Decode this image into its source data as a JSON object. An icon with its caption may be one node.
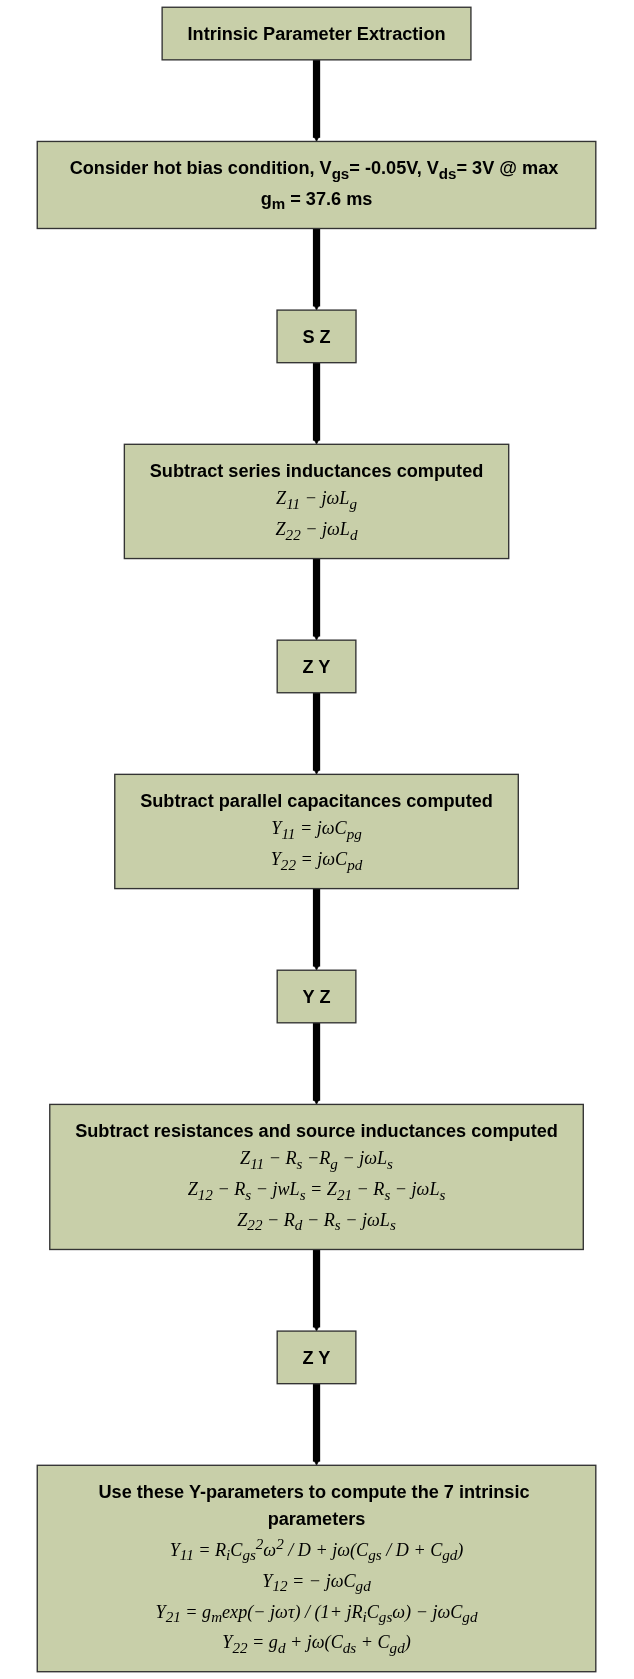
{
  "diagram": {
    "nodes": [
      {
        "text": [
          "Intrinsic Parameter Extraction"
        ]
      },
      {
        "text": [
          "Consider hot bias condition, V$_{gs}$= -0.05V, V$_{ds}$= 3V @ max g$_{m}$ = 37.6 ms"
        ]
      },
      {
        "text": [
          "S Z"
        ]
      },
      {
        "text": [
          "Subtract series inductances computed",
          "Z$_{11}$ − jωL$_{g}$",
          "Z$_{22}$ − jωL$_{d}$"
        ]
      },
      {
        "text": [
          "Z Y"
        ]
      },
      {
        "text": [
          "Subtract parallel capacitances computed",
          "Y$_{11}$ = jωC$_{pg}$",
          "Y$_{22}$ = jωC$_{pd}$"
        ]
      },
      {
        "text": [
          "Y Z"
        ]
      },
      {
        "text": [
          "Subtract resistances and source inductances computed",
          "Z$_{11}$ − R$_{s}$ −R$_{g}$ − jωL$_{s}$",
          "Z$_{12}$ − R$_{s}$ − jwL$_{s}$ = Z$_{21}$ − R$_{s}$ − jωL$_{s}$",
          "Z$_{22}$ − R$_{d}$ − R$_{s}$ − jωL$_{s}$"
        ]
      },
      {
        "text": [
          "Z Y"
        ]
      },
      {
        "text": [
          "Use these Y-parameters to compute the 7 intrinsic parameters",
          "Y$_{11}$ = R$_{i}$C$_{gs}$$^{2}$ω$^{2}$ / D + jω(C$_{gs}$ / D + C$_{gd}$)",
          "Y$_{12}$ = − jωC$_{gd}$",
          "Y$_{21}$ = g$_{m}$exp(− jωτ) / (1+ jR$_{i}$C$_{gs}$ω) − jωC$_{gd}$",
          "Y$_{22}$ = g$_{d}$ + jω(C$_{ds}$ + C$_{gd}$)"
        ]
      }
    ],
    "edges": [
      {
        "from": 0,
        "to": 1,
        "arrow": "to"
      },
      {
        "from": 1,
        "to": 2,
        "arrow": "to"
      },
      {
        "from": 2,
        "to": 3,
        "arrow": "to"
      },
      {
        "from": 3,
        "to": 4,
        "arrow": "to"
      },
      {
        "from": 4,
        "to": 5,
        "arrow": "to"
      },
      {
        "from": 5,
        "to": 6,
        "arrow": "to"
      },
      {
        "from": 6,
        "to": 7,
        "arrow": "to"
      },
      {
        "from": 7,
        "to": 8,
        "arrow": "to"
      },
      {
        "from": 8,
        "to": 9,
        "arrow": "to"
      }
    ]
  }
}
